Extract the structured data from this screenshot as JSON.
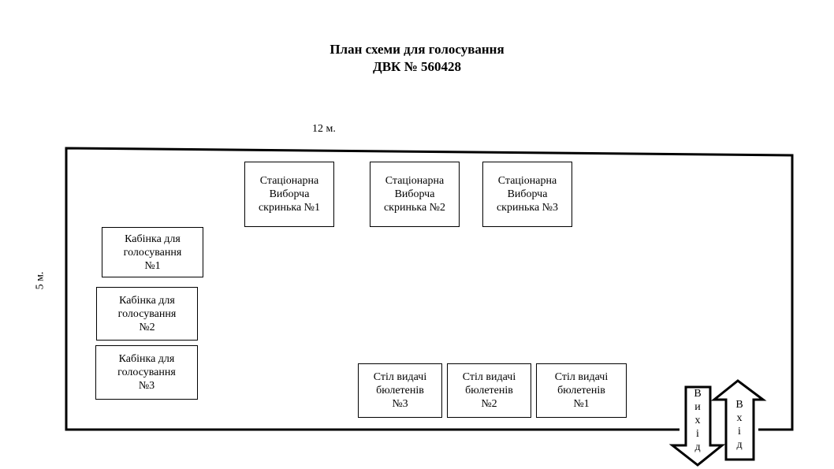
{
  "title": {
    "line1": "План схеми для голосування",
    "line2": "ДВК № 560428"
  },
  "dimensions": {
    "width": "12 м.",
    "height": "5 м."
  },
  "ballot_boxes": [
    {
      "l1": "Стаціонарна",
      "l2": "Виборча",
      "l3": "скринька №1"
    },
    {
      "l1": "Стаціонарна",
      "l2": "Виборча",
      "l3": "скринька №2"
    },
    {
      "l1": "Стаціонарна",
      "l2": "Виборча",
      "l3": "скринька №3"
    }
  ],
  "booths": [
    {
      "l1": "Кабінка для",
      "l2": "голосування",
      "l3": "№1"
    },
    {
      "l1": "Кабінка для",
      "l2": "голосування",
      "l3": "№2"
    },
    {
      "l1": "Кабінка для",
      "l2": "голосування",
      "l3": "№3"
    }
  ],
  "tables": [
    {
      "l1": "Стіл видачі",
      "l2": "бюлетенів",
      "l3": "№3"
    },
    {
      "l1": "Стіл видачі",
      "l2": "бюлетенів",
      "l3": "№2"
    },
    {
      "l1": "Стіл видачі",
      "l2": "бюлетенів",
      "l3": "№1"
    }
  ],
  "exit": {
    "letters": [
      "В",
      "и",
      "х",
      "і",
      "д"
    ]
  },
  "entrance": {
    "letters": [
      "В",
      "х",
      "і",
      "д"
    ]
  }
}
